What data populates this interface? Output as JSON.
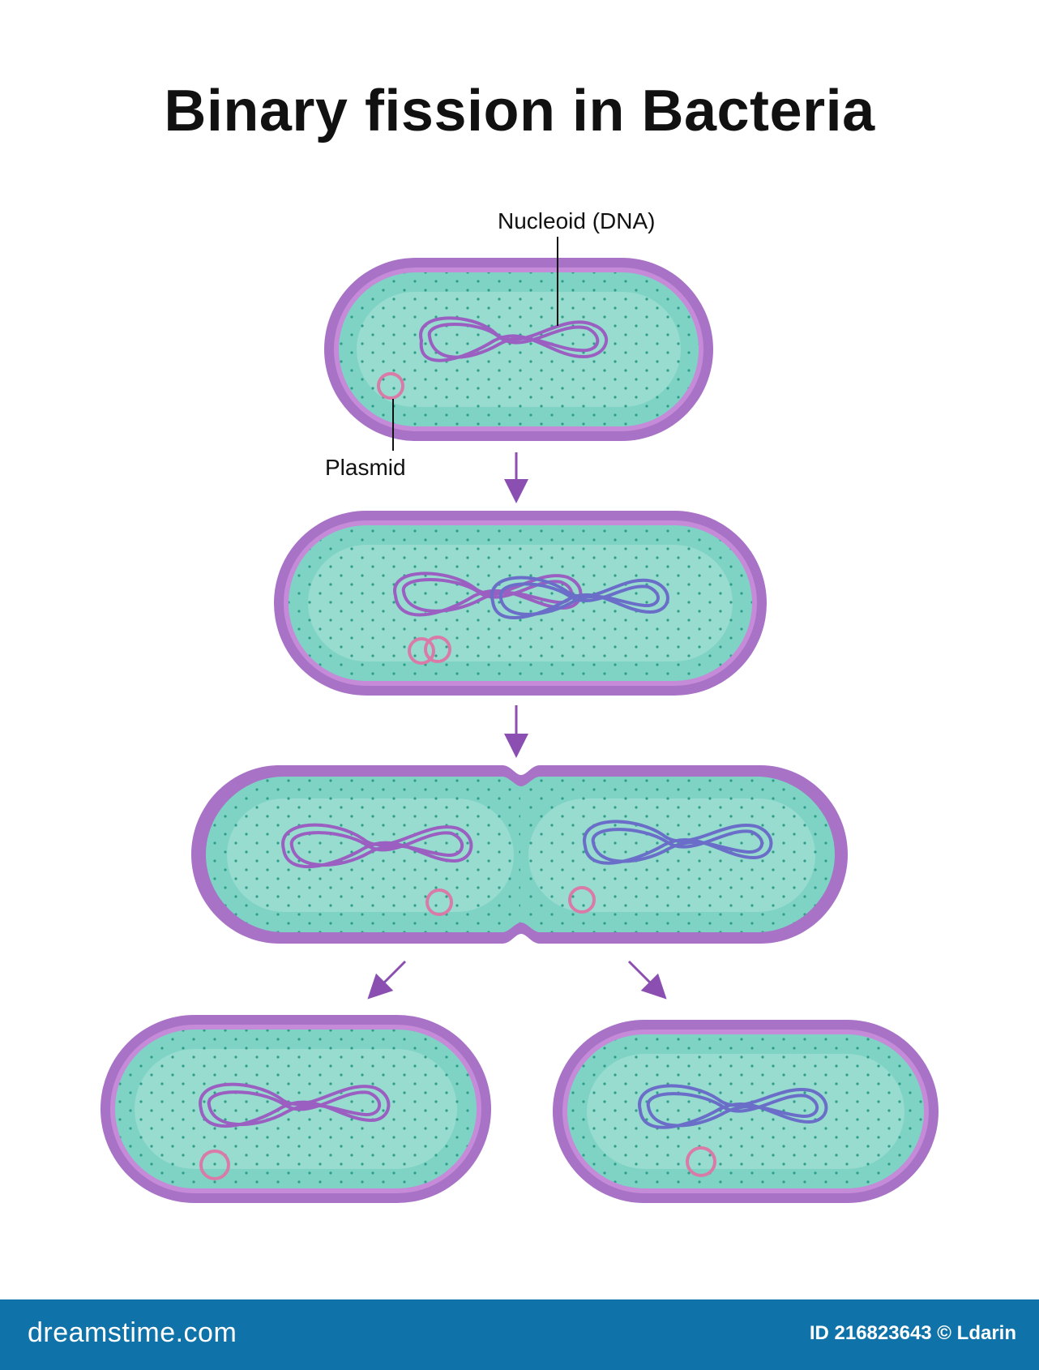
{
  "title": "Binary fission in Bacteria",
  "labels": {
    "nucleoid": "Nucleoid (DNA)",
    "plasmid": "Plasmid"
  },
  "footer": {
    "brand": "dreamstime.com",
    "id_text": "ID 216823643 © Ldarin"
  },
  "colors": {
    "wall": "#a872c6",
    "wall_inner": "#c58ad8",
    "cytoplasm": "#7fd3c4",
    "cytoplasm_light": "#a6e2d6",
    "dots": "#2e9d8a",
    "dna_original": "#9b5fc2",
    "dna_copy": "#6a6ec8",
    "plasmid": "#d97aa8",
    "arrow": "#8a4fb0",
    "footer_bg": "#0f72a8"
  }
}
